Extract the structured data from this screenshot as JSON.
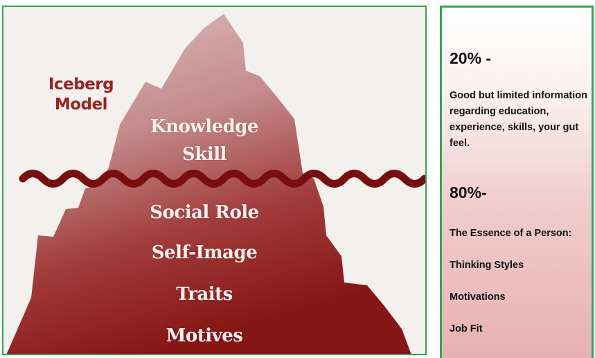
{
  "diagram": {
    "title_lines": [
      "Iceberg",
      "Model"
    ],
    "above_water": [
      "Knowledge",
      "Skill"
    ],
    "below_water": [
      "Social Role",
      "Self-Image",
      "Traits",
      "Motives"
    ],
    "colors": {
      "iceberg_top": "#d8b0b0",
      "iceberg_bottom": "#8a1414",
      "wave": "#7a0e0e",
      "title": "#9b2222",
      "panel_border": "#2fa84f"
    }
  },
  "sidebar": {
    "above": {
      "percent": "20% -",
      "description": "Good but limited information regarding education, experience, skills, your gut feel."
    },
    "below": {
      "percent": "80%-",
      "intro": "The Essence of a Person:",
      "items": [
        "Thinking Styles",
        "Motivations",
        "Job Fit"
      ]
    }
  }
}
